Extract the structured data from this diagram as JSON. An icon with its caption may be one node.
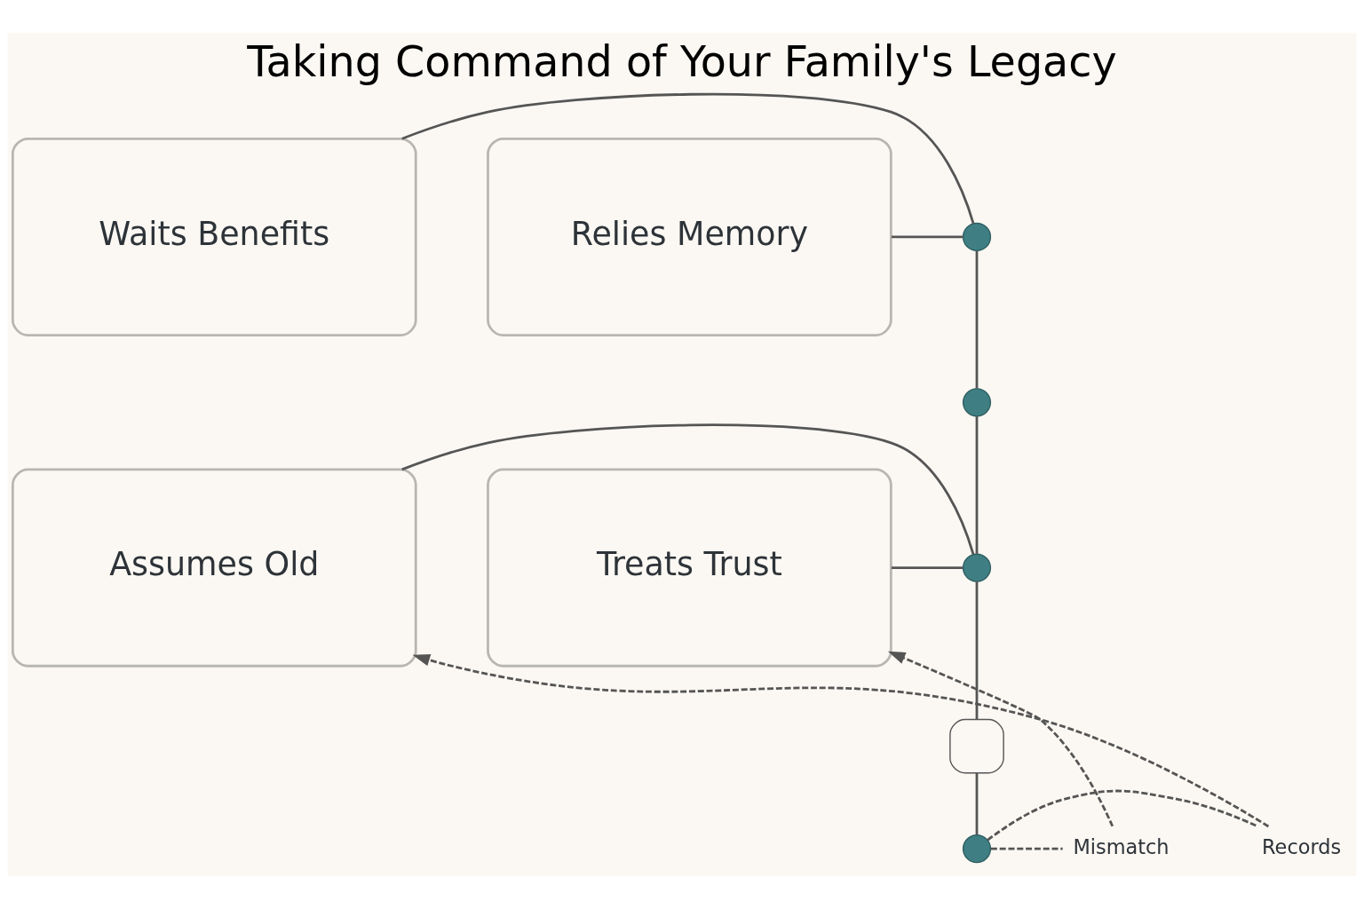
{
  "diagram": {
    "title": "Taking Command of Your Family's Legacy",
    "nodes": [
      {
        "text": [
          "Waits Benefits"
        ]
      },
      {
        "text": [
          "Relies Memory"
        ]
      },
      {
        "text": [],
        "shape": "circle"
      },
      {
        "text": [],
        "shape": "circle"
      },
      {
        "text": [
          "Assumes Old"
        ]
      },
      {
        "text": [
          "Treats Trust"
        ]
      },
      {
        "text": [],
        "shape": "circle"
      },
      {
        "text": [],
        "shape": "box"
      },
      {
        "text": [],
        "shape": "circle"
      },
      {
        "text": [
          "Records"
        ]
      },
      {
        "text": [
          "Mismatch"
        ]
      }
    ],
    "edges": [
      {
        "from": 0,
        "to": 2,
        "arrow": "none"
      },
      {
        "from": 1,
        "to": 2,
        "arrow": "none"
      },
      {
        "from": 2,
        "to": 3,
        "arrow": "none"
      },
      {
        "from": 3,
        "to": 6,
        "arrow": "none"
      },
      {
        "from": 4,
        "to": 6,
        "arrow": "none"
      },
      {
        "from": 5,
        "to": 6,
        "arrow": "none"
      },
      {
        "from": 6,
        "to": 7,
        "arrow": "none"
      },
      {
        "from": 7,
        "to": 8,
        "arrow": "none"
      },
      {
        "from": 8,
        "to": 9,
        "arrow": "none",
        "style": "dashed"
      },
      {
        "from": 9,
        "to": 4,
        "arrow": "to",
        "style": "dashed"
      },
      {
        "from": 8,
        "to": 10,
        "arrow": "none",
        "style": "dashed"
      },
      {
        "from": 10,
        "to": 5,
        "arrow": "to",
        "style": "dashed"
      }
    ]
  }
}
